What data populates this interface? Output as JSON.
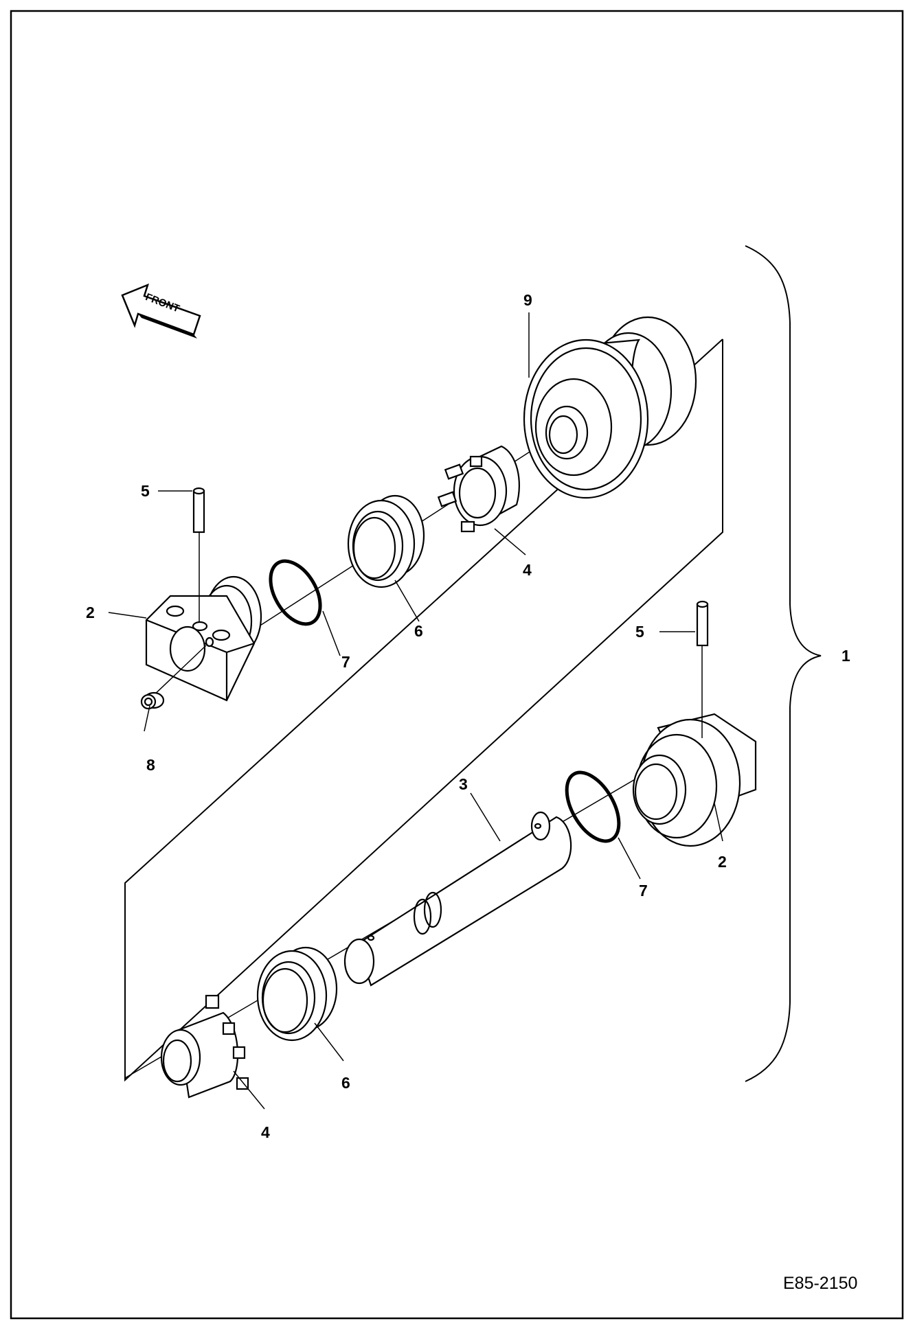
{
  "diagram": {
    "front_arrow_label": "FRONT",
    "drawing_code": "E85-2150",
    "callouts": {
      "assembly": "1",
      "bracket_upper": "2",
      "bracket_lower": "2",
      "shaft": "3",
      "collar_upper": "4",
      "collar_lower": "4",
      "pin_upper": "5",
      "pin_lower": "5",
      "seal_upper": "6",
      "seal_lower": "6",
      "oring_upper": "7",
      "oring_lower": "7",
      "plug": "8",
      "roller": "9"
    }
  },
  "colors": {
    "line": "#000000",
    "background": "#ffffff"
  }
}
